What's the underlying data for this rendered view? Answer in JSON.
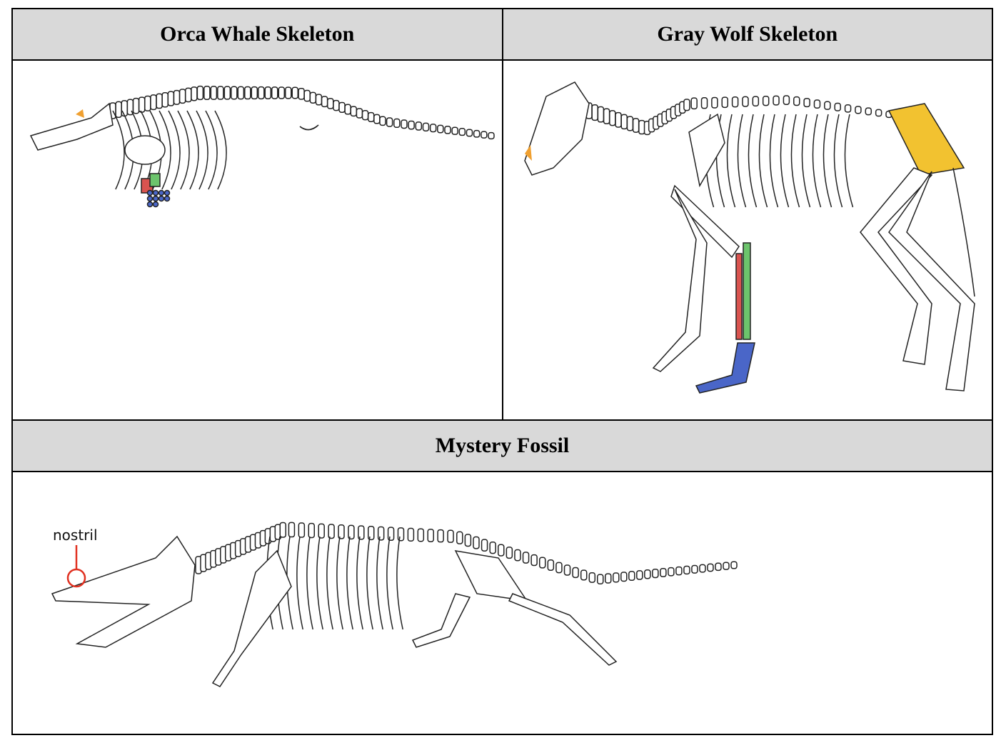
{
  "table": {
    "headers": [
      "Orca Whale Skeleton",
      "Gray Wolf Skeleton"
    ],
    "bottom_header": "Mystery Fossil"
  },
  "mystery_fossil": {
    "annotation": "nostril"
  },
  "colors": {
    "orange": "#f0a030",
    "yellow": "#f2c230",
    "red": "#d9534f",
    "green": "#6cc46c",
    "blue": "#4a66c8",
    "annotation_red": "#e03020"
  }
}
